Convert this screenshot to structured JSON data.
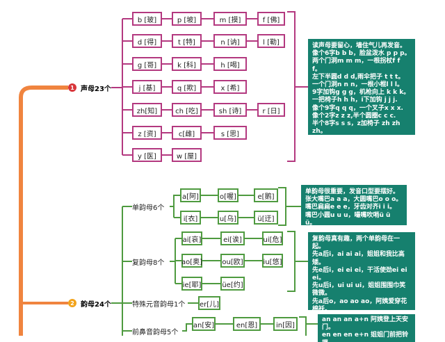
{
  "colors": {
    "trunk": "#f0843f",
    "shengmu": "#b3387f",
    "yunmu": "#4e9a3f",
    "note_bg": "#16806e",
    "num1": "#d8363b",
    "num2": "#f2a31b"
  },
  "topic1": {
    "num": "1",
    "label": "声母23个"
  },
  "topic2": {
    "num": "2",
    "label": "韵母24个"
  },
  "shengmu": [
    [
      "b [玻]",
      "p [坡]",
      "m [摸]",
      "f [佛]"
    ],
    [
      "d [得]",
      "t [特]",
      "n [讷]",
      "l [勒]"
    ],
    [
      "g [哥]",
      "k [科]",
      "h [喝]"
    ],
    [
      "j [基]",
      "q [欺]",
      "x [希]"
    ],
    [
      "zh[知]",
      "ch [吃]",
      "sh [诗]",
      "r [日]"
    ],
    [
      "z [资]",
      "c[雌]",
      "s [思]"
    ],
    [
      "y [医]",
      "w [屋]"
    ]
  ],
  "note1": "读声母要留心，墙住气儿再发音。\n像个6字b b b，脸盆泼水 p p p。\n两个门洞m m m，一根拐杖f f f。\n左下半圆d d d,雨伞把子 t t t。\n一个门洞n n n，一根小棍l l l。\n9字加钩g g g，机枪向上 k k k。\n一把椅子h h h，i下加钩 j j j.\n像个9字q q q，一个叉子x x x.\n像个2字z z z,半个圆圈c c c.\n半个8字s s s，z加椅子 zh zh zh。\nc加椅子ch ch ch，s加椅子sh sh sh。\n禾苗向日 r r r。",
  "yunmu": {
    "danyunmu": {
      "label": "单韵母6个",
      "items": [
        [
          "a[阿]",
          "o[喔]",
          "e[鹅]"
        ],
        [
          "i[衣]",
          "u[乌]",
          "ü[迂]"
        ]
      ]
    },
    "fuyunmu": {
      "label": "复韵母8个",
      "items": [
        [
          "ai[哀]",
          "ei[诶]",
          "ui[危]"
        ],
        [
          "ao[奥]",
          "ou[欧]",
          "iu[悠]"
        ],
        [
          "ie[耶]",
          "üe[约]"
        ]
      ]
    },
    "teshu": {
      "label": "特殊元音韵母1个",
      "items": [
        "er[儿]"
      ]
    },
    "qianbi": {
      "label": "前鼻音韵母5个",
      "items": [
        "an[安]",
        "en[恩]",
        "in[因]"
      ]
    }
  },
  "note2": "单韵母很重要，发音口型要摆好。\n张大嘴巴a a a，大圆嘴巴o o o。\n嘴巴扁扁e e e，牙齿对齐i i i。\n嘴巴小圆u u u，嘬嘴吹哨ü ü ü。",
  "note3": "复韵母真有趣，两个单韵母在一起。\n先a后i，ai ai ai，姐姐和我比高矮。\n先e后i，ei ei ei，干活使劲ei ei ei。\n先u后i，ui ui ui，姐姐围围巾笑微微。\n先a后o，ao ao ao，阿姨爱穿花棉袄。\n先o后u，ou ou ou，荷花莲藕ou ou ou。\n先i后u，iu iu iu，邮局前面把信邮。\n先i后e，ie ie ie，月亮姐姐 üe üe üe。\n先e后r，er er er，再支耳朵er er er。",
  "note4": "an an an a+n 阿姨登上天安门。\nen en en e+n 姐姐门前把铃摁。\nin in in i+n 穿衣出门好好拍拍"
}
